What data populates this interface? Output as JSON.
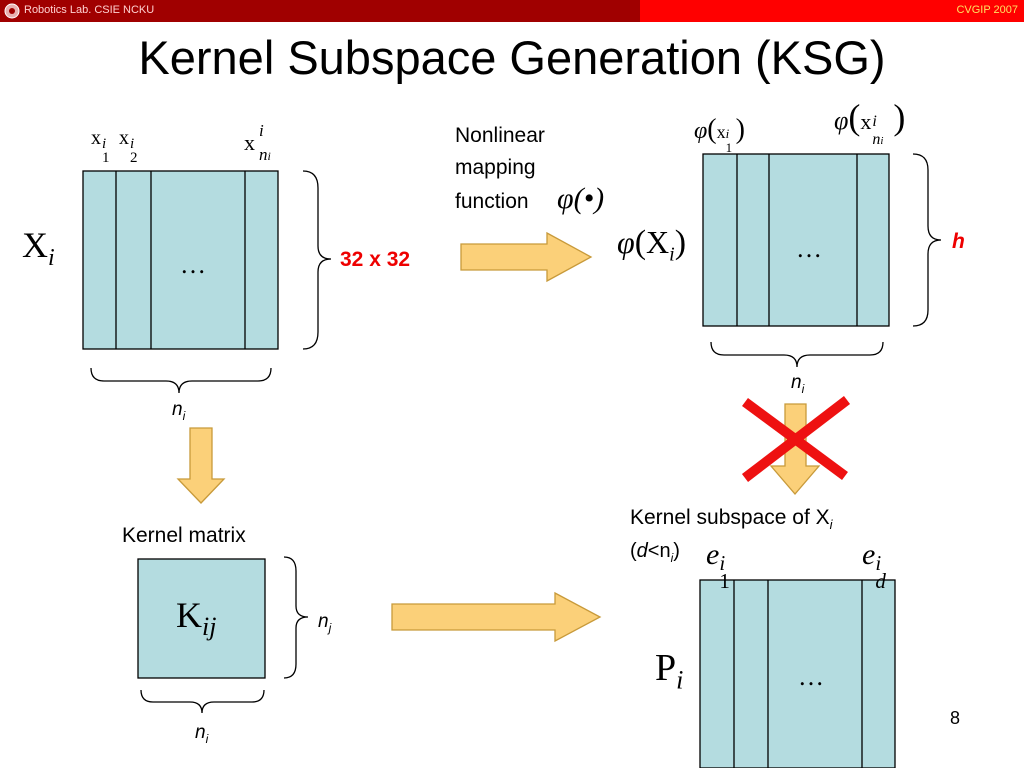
{
  "header": {
    "lab": "Robotics Lab. CSIE NCKU",
    "conference": "CVGIP 2007"
  },
  "slide": {
    "title": "Kernel Subspace Generation (KSG)",
    "page_number": "8"
  },
  "input": {
    "matrix_symbol": "X",
    "matrix_sub": "i",
    "col_symbol": "x",
    "col_sup": "i",
    "col1_sub": "1",
    "col2_sub": "2",
    "col_last_sub": "n",
    "col_last_sub_sub": "i",
    "ellipsis": "…",
    "size_label": "32 x 32",
    "count_n": "n",
    "count_sub": "i"
  },
  "mapping": {
    "line1": "Nonlinear",
    "line2": "mapping",
    "line3": "function",
    "func": "φ(•)"
  },
  "mapped": {
    "phi": "φ",
    "matrix_symbol": "X",
    "matrix_sub": "i",
    "col_symbol": "x",
    "col_sup": "i",
    "col1_sub": "1",
    "col_last_sub": "n",
    "col_last_sub_sub": "i",
    "ellipsis": "…",
    "dim_label": "h",
    "count_n": "n",
    "count_sub": "i"
  },
  "kernel": {
    "label": "Kernel matrix",
    "symbol": "K",
    "sub": "ij",
    "rows_n": "n",
    "rows_sub": "j",
    "cols_n": "n",
    "cols_sub": "i"
  },
  "subspace": {
    "label_text": "Kernel subspace of X",
    "label_sub": "i",
    "cond_open": "(",
    "cond_d": "d",
    "cond_lt": "<n",
    "cond_sub": "i",
    "cond_close": ")",
    "e": "e",
    "e_sup": "i",
    "e1_sub": "1",
    "ed_sub": "d",
    "matrix_symbol": "P",
    "matrix_sub": "i",
    "ellipsis": "…"
  },
  "colors": {
    "matrix_fill": "#b4dce0",
    "arrow_fill": "#fbd079",
    "arrow_stroke": "#c89a3a",
    "cross": "#ee1111",
    "accent_red": "#ee0000"
  }
}
